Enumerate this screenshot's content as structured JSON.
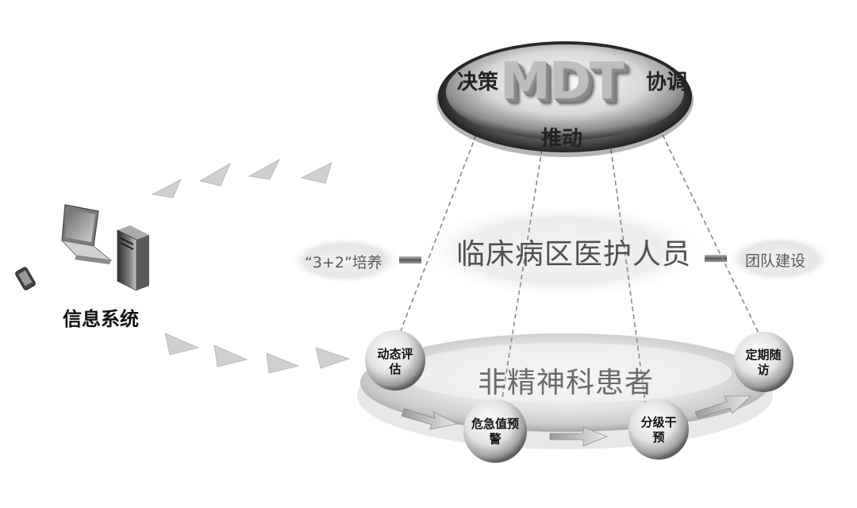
{
  "mdt": {
    "word": "MDT",
    "left_label": "决策",
    "right_label": "协调",
    "bottom_label": "推动"
  },
  "staff": {
    "title": "临床病区医护人员",
    "left_pill": "“3+2”培养",
    "right_pill": "团队建设"
  },
  "patients": {
    "title": "非精神科患者",
    "steps": [
      {
        "label": "动态评估"
      },
      {
        "label": "危急值预警"
      },
      {
        "label": "分级干预"
      },
      {
        "label": "定期随访"
      }
    ]
  },
  "info_system": {
    "label": "信息系统",
    "icons": [
      "laptop-icon",
      "phone-icon",
      "server-tower-icon"
    ]
  },
  "colors": {
    "ellipse_dark": "#3a3a3a",
    "ellipse_light": "#ececec",
    "arrow": "#c8c8c8",
    "dash": "#8a8a8a"
  }
}
